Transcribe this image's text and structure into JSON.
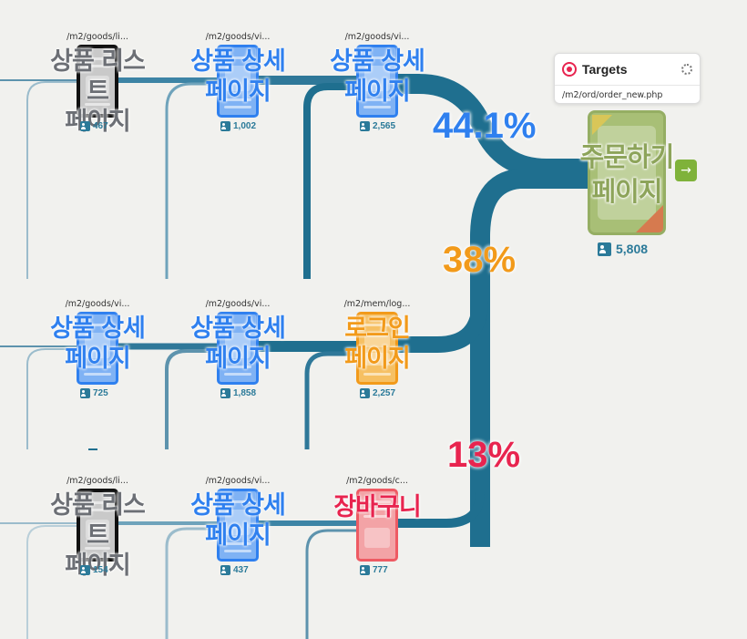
{
  "target_panel": {
    "title": "Targets",
    "url": "/m2/ord/order_new.php"
  },
  "goal": {
    "label": "주문하기\n페이지",
    "count": "5,808"
  },
  "percentages": {
    "top": "44.1%",
    "middle": "38%",
    "bottom": "13%"
  },
  "colors": {
    "flow": "#1f6f8f",
    "blue": "#2f80ef",
    "orange": "#f29a1a",
    "red": "#e8244f",
    "green": "#8da45a"
  },
  "rows": [
    {
      "nodes": [
        {
          "url": "/m2/goods/li...",
          "label": "상품 리스트\n페이지",
          "count": "467",
          "style": "black"
        },
        {
          "url": "/m2/goods/vi...",
          "label": "상품 상세\n페이지",
          "count": "1,002",
          "style": "blue"
        },
        {
          "url": "/m2/goods/vi...",
          "label": "상품 상세\n페이지",
          "count": "2,565",
          "style": "blue"
        }
      ]
    },
    {
      "nodes": [
        {
          "url": "/m2/goods/vi...",
          "label": "상품 상세\n페이지",
          "count": "725",
          "style": "blue"
        },
        {
          "url": "/m2/goods/vi...",
          "label": "상품 상세\n페이지",
          "count": "1,858",
          "style": "blue"
        },
        {
          "url": "/m2/mem/log...",
          "label": "로그인\n페이지",
          "count": "2,257",
          "style": "orange"
        }
      ]
    },
    {
      "nodes": [
        {
          "url": "/m2/goods/li...",
          "label": "상품 리스트\n페이지",
          "count": "154",
          "style": "black"
        },
        {
          "url": "/m2/goods/vi...",
          "label": "상품 상세\n페이지",
          "count": "437",
          "style": "blue"
        },
        {
          "url": "/m2/goods/c...",
          "label": "장바구니",
          "count": "777",
          "style": "red"
        }
      ]
    }
  ]
}
